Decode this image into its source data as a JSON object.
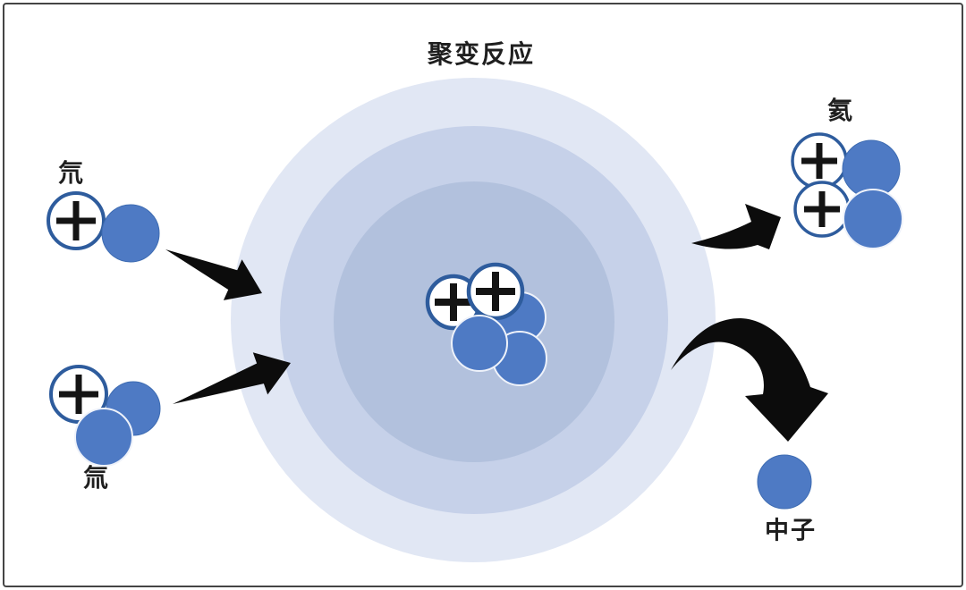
{
  "title": "聚变反应",
  "labels": {
    "deuterium": "氘",
    "tritium": "氚",
    "helium": "氦",
    "neutron": "中子"
  },
  "icons": {
    "proton_charge": "+"
  },
  "colors": {
    "plasma_outer": "#e1e7f4",
    "plasma_middle": "#c6d1e9",
    "plasma_inner": "#b2c1dd",
    "neutron_fill": "#4e7ac4",
    "neutron_edge": "#3e6cb2",
    "neutron_overlap_outline": "#eef2fa",
    "proton_fill": "#ffffff",
    "proton_ring": "#2e5c9d",
    "plus_sign": "#141414",
    "arrow": "#0c0c0c",
    "text": "#1f1f1f",
    "frame_border": "#454545",
    "background": "#ffffff"
  }
}
